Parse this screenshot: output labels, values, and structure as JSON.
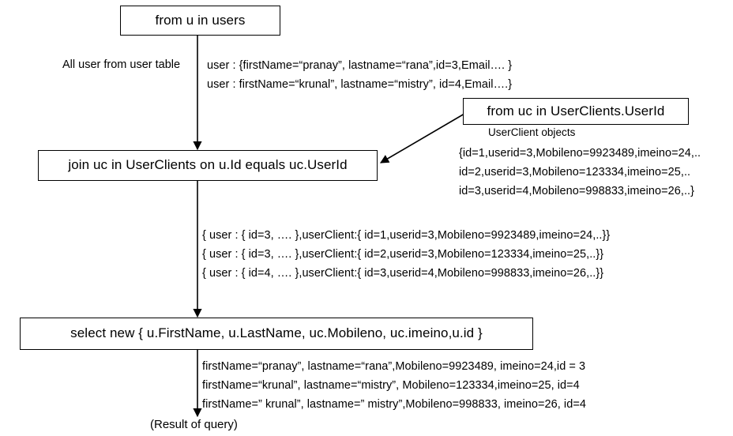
{
  "diagram": {
    "title": "LINQ join query flow",
    "stroke_color": "#000000",
    "background_color": "#ffffff",
    "nodes": {
      "from_users": {
        "label": "from u in users"
      },
      "from_userclients": {
        "label": "from uc in UserClients.UserId"
      },
      "join": {
        "label": "join uc in UserClients on u.Id equals uc.UserId"
      },
      "select": {
        "label": "select new  { u.FirstName, u.LastName, uc.Mobileno, uc.imeino,u.id }"
      }
    },
    "annotations": {
      "users_side_label": "All user from user table",
      "users_rows": [
        "user : {firstName=“pranay”, lastname=“rana”,id=3,Email…. }",
        "user : firstName=“krunal”, lastname=“mistry”, id=4,Email….}"
      ],
      "userclient_caption": "UserClient objects",
      "userclient_rows": [
        "{id=1,userid=3,Mobileno=9923489,imeino=24,..",
        "id=2,userid=3,Mobileno=123334,imeino=25,..",
        "id=3,userid=4,Mobileno=998833,imeino=26,..}"
      ],
      "join_rows": [
        "{ user : { id=3, …. },userClient:{ id=1,userid=3,Mobileno=9923489,imeino=24,..}}",
        "{ user : { id=3, …. },userClient:{ id=2,userid=3,Mobileno=123334,imeino=25,..}}",
        "{ user : { id=4, …. },userClient:{ id=3,userid=4,Mobileno=998833,imeino=26,..}}"
      ],
      "select_rows": [
        "firstName=“pranay”, lastname=“rana”,Mobileno=9923489, imeino=24,id = 3",
        "firstName=“krunal”, lastname=“mistry”, Mobileno=123334,imeino=25, id=4",
        "firstName=” krunal”, lastname=” mistry”,Mobileno=998833, imeino=26, id=4"
      ],
      "result_caption": "(Result of query)"
    }
  }
}
